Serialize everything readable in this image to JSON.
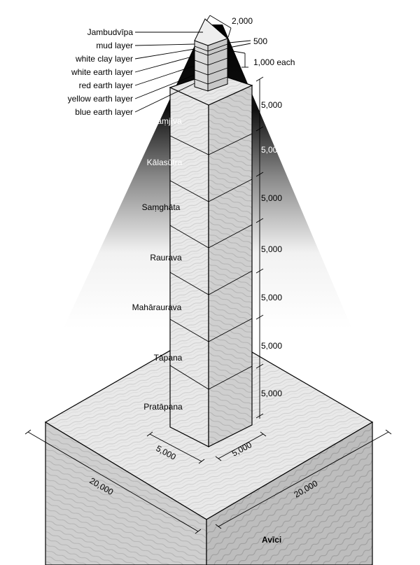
{
  "top_labels": [
    "Jambudvīpa",
    "mud layer",
    "white clay layer",
    "white earth layer",
    "red earth layer",
    "yellow earth layer",
    "blue earth layer"
  ],
  "top_dims": {
    "width": "2,000",
    "mud": "500",
    "others": "1,000 each"
  },
  "hells": [
    "Saṃjīva",
    "Kālasūtra",
    "Saṃghāta",
    "Raurava",
    "Mahāraurava",
    "Tāpana",
    "Pratāpana"
  ],
  "hell_heights": [
    "5,000",
    "5,000",
    "5,000",
    "5,000",
    "5,000",
    "5,000",
    "5,000"
  ],
  "shaft_dims": {
    "left": "5,000",
    "right": "5,000"
  },
  "base_dims": {
    "left": "20,000",
    "right": "20,000"
  },
  "base_name": "Avīci"
}
